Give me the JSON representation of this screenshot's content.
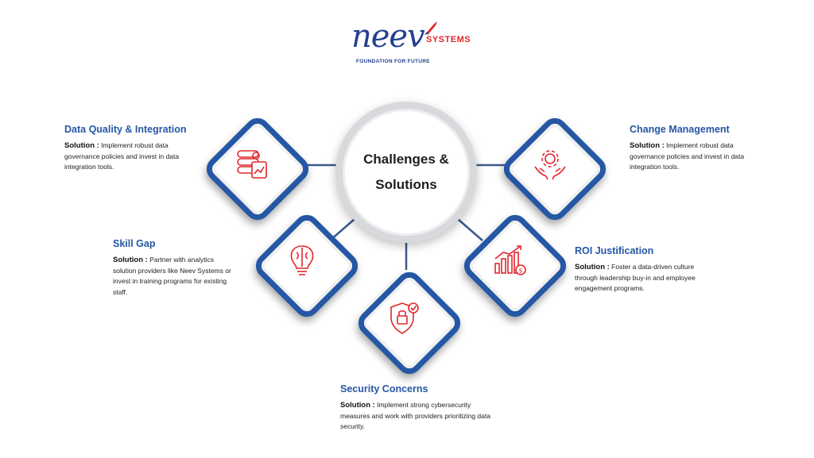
{
  "logo": {
    "brand": "neev",
    "systems": "SYSTEMS",
    "tagline": "FOUNDATION FOR FUTURE"
  },
  "center": {
    "title": "Challenges & Solutions"
  },
  "solution_label": "Solution :",
  "items": {
    "data_quality": {
      "title": "Data Quality & Integration",
      "text": "Implement robust data governance policies and invest in data integration tools.",
      "icon": "database-icon"
    },
    "change_management": {
      "title": "Change Management",
      "text": "Implement robust data governance policies and invest in data integration tools.",
      "icon": "gear-hands-icon"
    },
    "skill_gap": {
      "title": "Skill Gap",
      "text": "Partner with analytics solution providers like Neev Systems or invest in training programs for existing staff.",
      "icon": "brain-bulb-icon"
    },
    "roi": {
      "title": "ROI Justification",
      "text": "Foster a data-driven culture through leadership buy-in and employee engagement programs.",
      "icon": "growth-chart-icon"
    },
    "security": {
      "title": "Security Concerns",
      "text": "Implement strong cybersecurity measures and work with providers prioritizing data security.",
      "icon": "shield-lock-icon"
    }
  },
  "colors": {
    "blue": "#2557a5",
    "red": "#e2262c",
    "connector": "#3c5a8a"
  }
}
